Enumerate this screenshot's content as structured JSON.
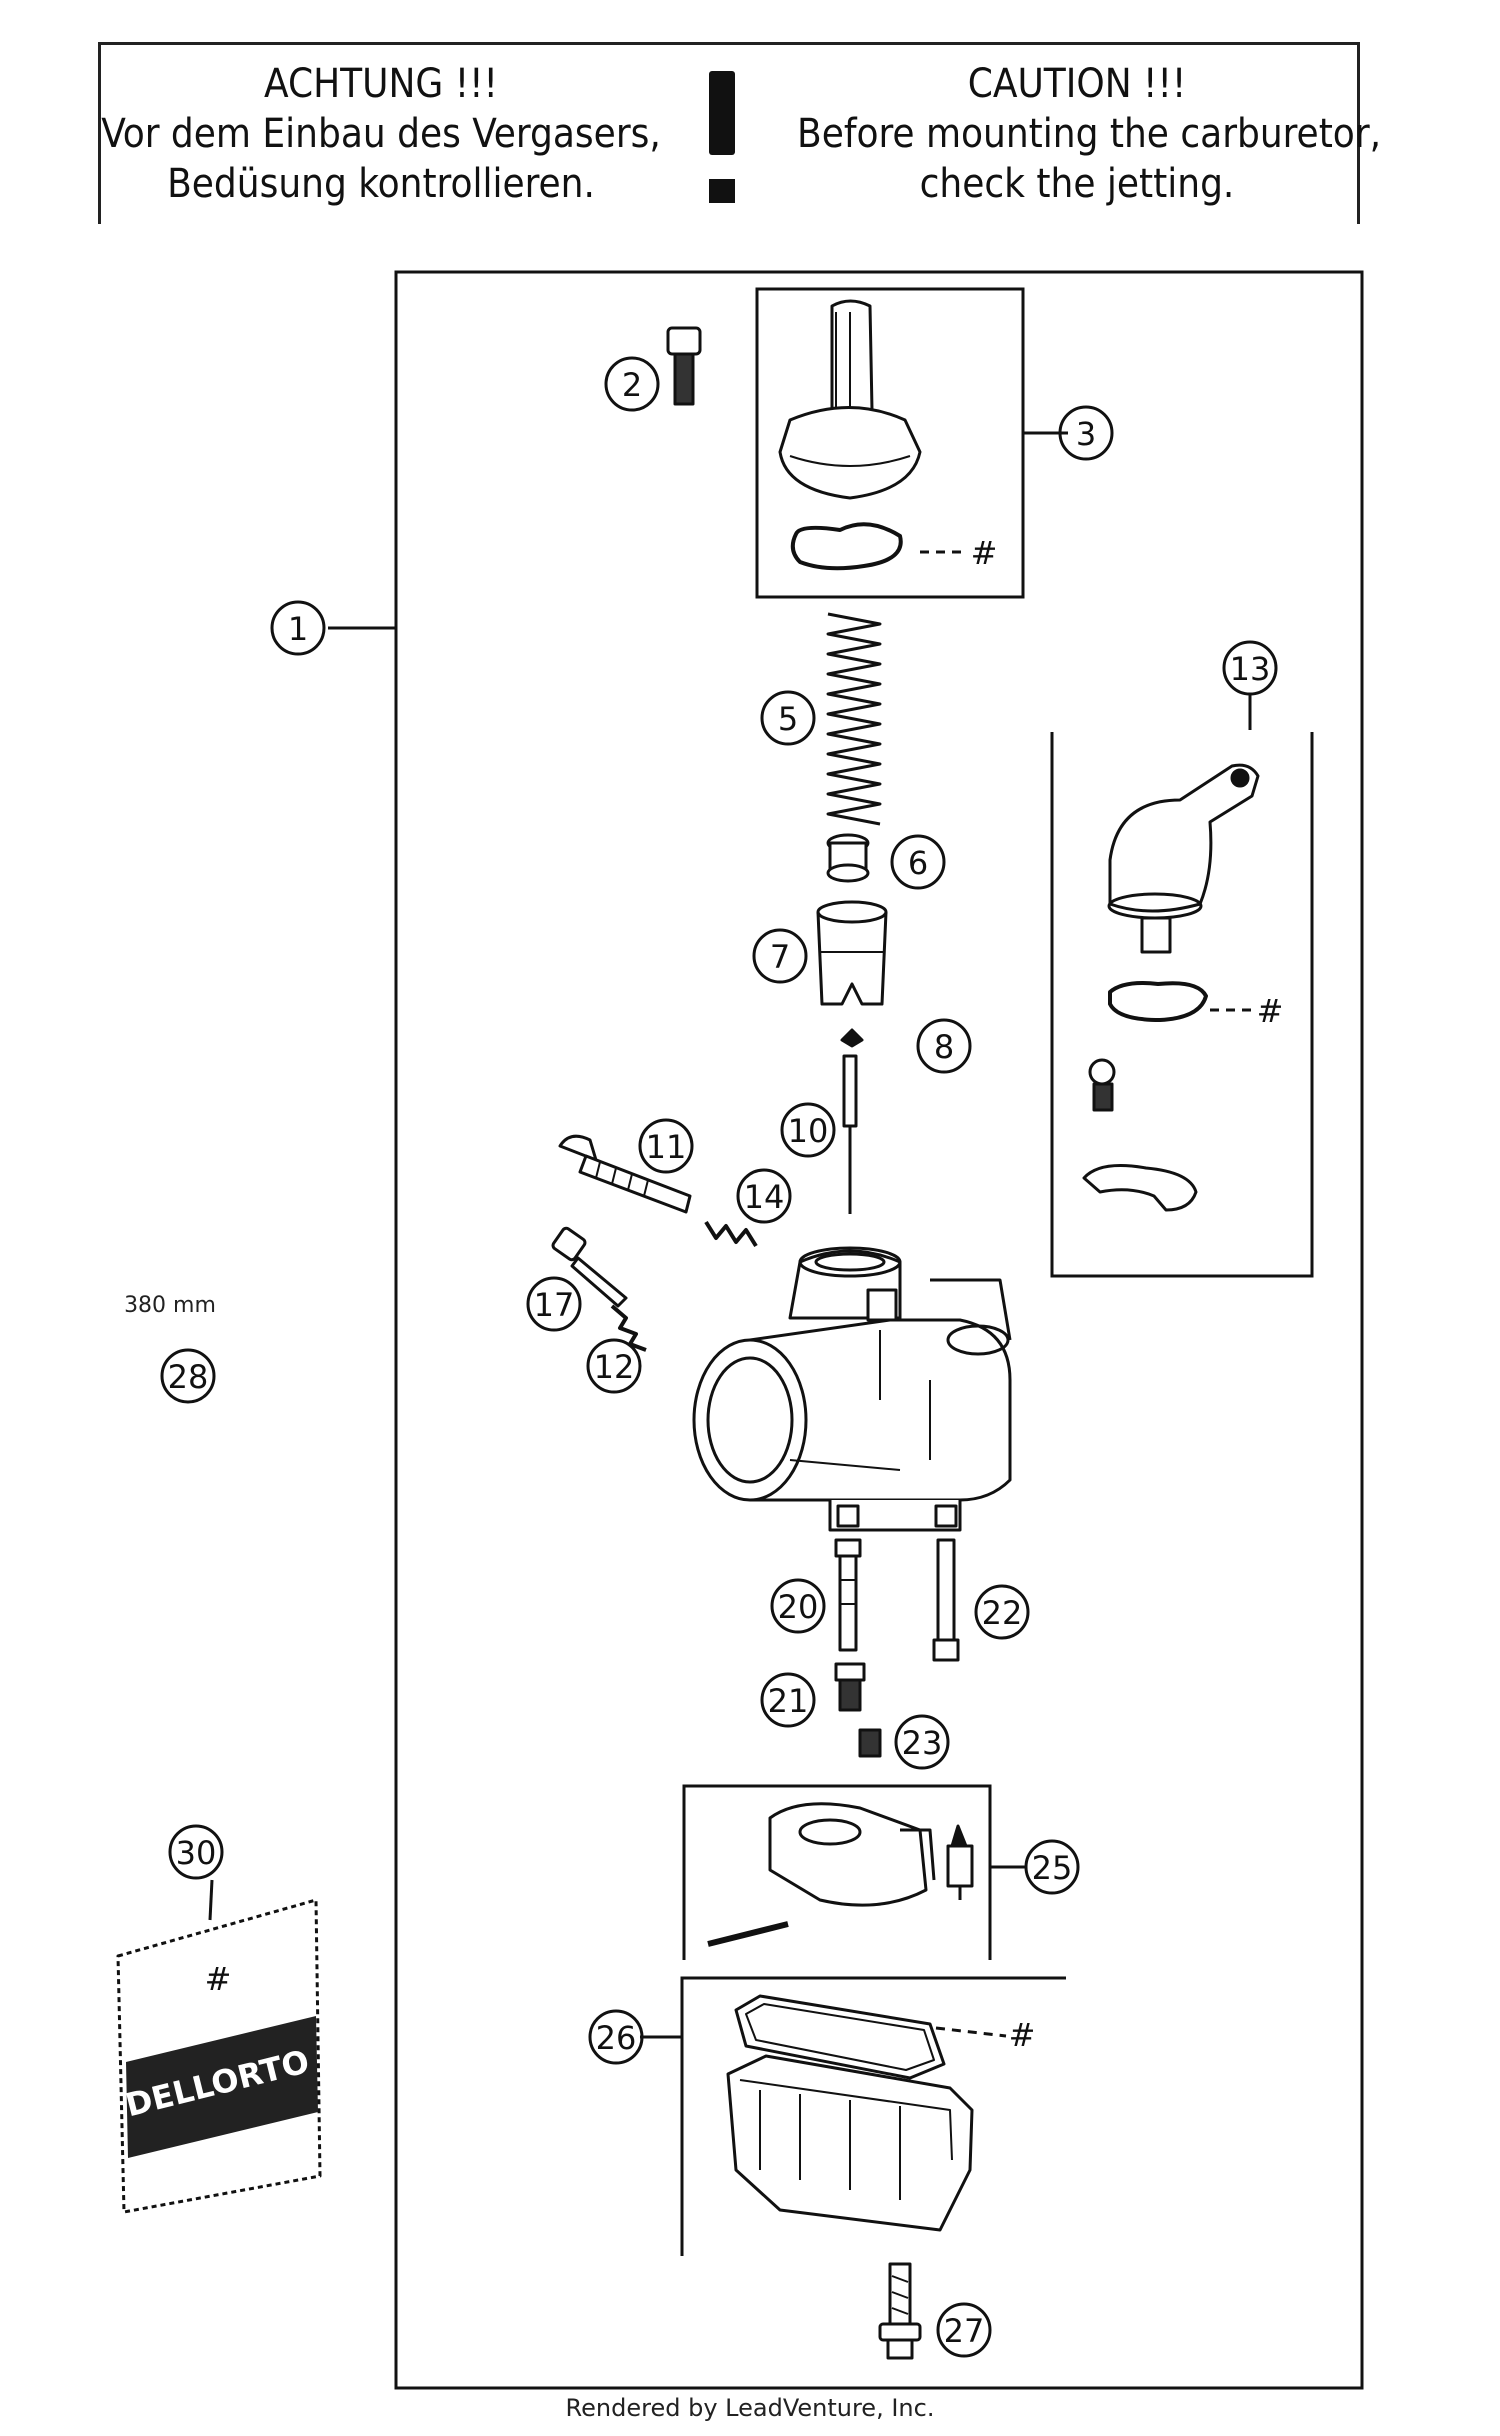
{
  "caution": {
    "de_lines": [
      "ACHTUNG !!!",
      "Vor dem Einbau des Vergasers,",
      "Bedüsung kontrollieren."
    ],
    "en_lines": [
      "CAUTION !!!",
      "Before mounting the carburetor,",
      "check the jetting."
    ]
  },
  "callouts": {
    "c1": "1",
    "c2": "2",
    "c3": "3",
    "c5": "5",
    "c6": "6",
    "c7": "7",
    "c8": "8",
    "c10": "10",
    "c11": "11",
    "c12": "12",
    "c13": "13",
    "c14": "14",
    "c17": "17",
    "c20": "20",
    "c21": "21",
    "c22": "22",
    "c23": "23",
    "c25": "25",
    "c26": "26",
    "c27": "27",
    "c28": "28",
    "c30": "30"
  },
  "marks": {
    "hash": "#"
  },
  "part28_note": "380 mm",
  "kit_label": "DELLORTO",
  "footer": "Rendered by LeadVenture, Inc."
}
